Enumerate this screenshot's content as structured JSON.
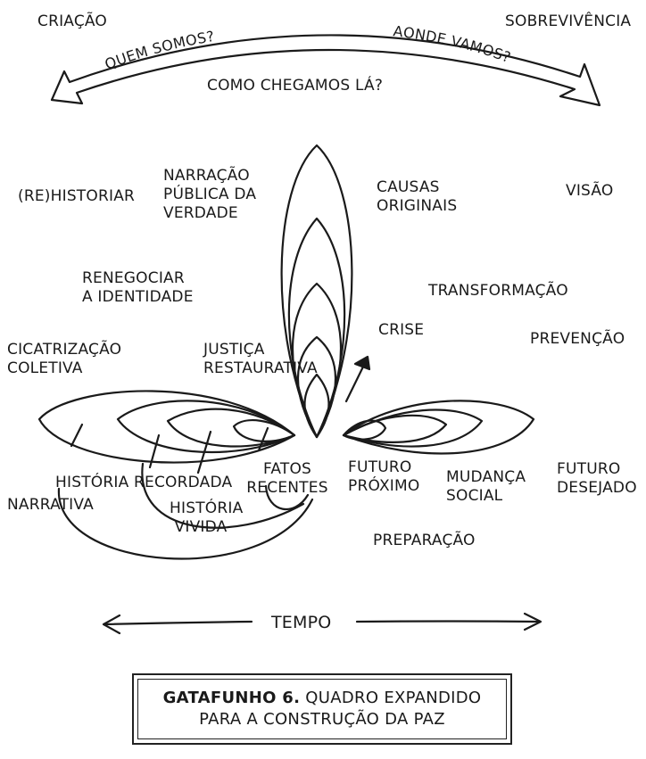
{
  "top_arc": {
    "left_end": "CRIAÇÃO",
    "right_end": "SOBREVIVÊNCIA",
    "arc_left_text": "QUEM SOMOS?",
    "arc_right_text": "AONDE VAMOS?",
    "below_arc": "COMO CHEGAMOS LÁ?"
  },
  "upper_labels": {
    "rehistoriar": "(RE)HISTORIAR",
    "narracao": [
      "NARRAÇÃO",
      "PÚBLICA DA",
      "VERDADE"
    ],
    "causas": [
      "CAUSAS",
      "ORIGINAIS"
    ],
    "visao": "VISÃO",
    "renegociar": [
      "RENEGOCIAR",
      "A IDENTIDADE"
    ],
    "transformacao": "TRANSFORMAÇÃO",
    "cicatrizacao": [
      "CICATRIZAÇÃO",
      "COLETIVA"
    ],
    "justica": [
      "JUSTIÇA",
      "RESTAURATIVA"
    ],
    "crise": "CRISE",
    "prevencao": "PREVENÇÃO"
  },
  "lower_labels": {
    "historia_recordada": "HISTÓRIA RECORDADA",
    "narrativa": "NARRATIVA",
    "historia_vivida": [
      "HISTÓRIA",
      "VIVIDA"
    ],
    "fatos_recentes": [
      "FATOS",
      "RECENTES"
    ],
    "futuro_proximo": [
      "FUTURO",
      "PRÓXIMO"
    ],
    "mudanca_social": [
      "MUDANÇA",
      "SOCIAL"
    ],
    "futuro_desejado": [
      "FUTURO",
      "DESEJADO"
    ],
    "preparacao": "PREPARAÇÃO"
  },
  "time_axis": {
    "label": "TEMPO"
  },
  "caption": {
    "bold": "GATAFUNHO 6.",
    "line1_rest": " QUADRO EXPANDIDO",
    "line2": "PARA A CONSTRUÇÃO DA PAZ"
  }
}
